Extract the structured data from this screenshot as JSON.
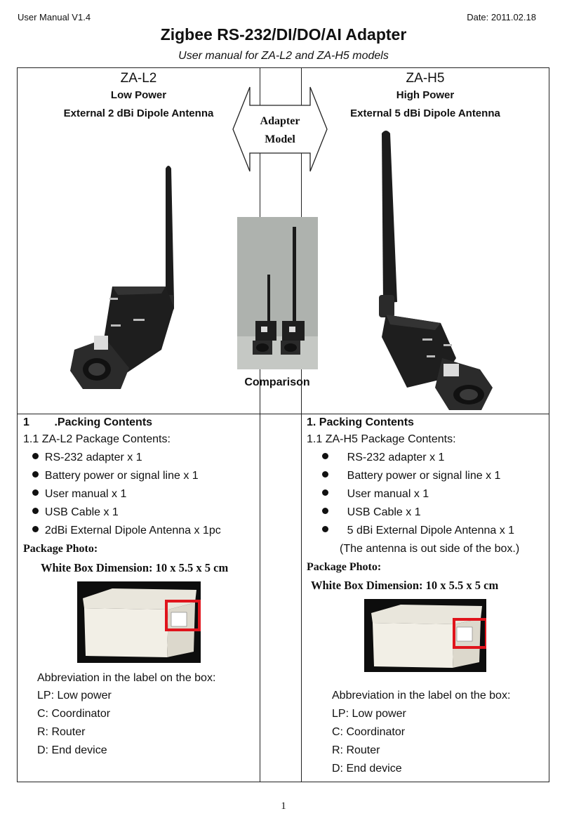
{
  "header": {
    "left": "User Manual V1.4",
    "right": "Date: 2011.02.18"
  },
  "title": "Zigbee RS-232/DI/DO/AI Adapter",
  "subtitle": "User manual for ZA-L2 and ZA-H5 models",
  "left_model": {
    "name": "ZA-L2",
    "power": "Low Power",
    "antenna": "External 2 dBi Dipole Antenna"
  },
  "right_model": {
    "name": "ZA-H5",
    "power": "High Power",
    "antenna": "External 5 dBi Dipole Antenna"
  },
  "arrow": {
    "line1": "Adapter",
    "line2": "Model"
  },
  "comparison_label": "Comparison",
  "left_section": {
    "heading": "1        .Packing Contents",
    "subheading": "1.1 ZA-L2 Package Contents:",
    "items": [
      "RS-232 adapter x 1",
      "Battery power or signal line x 1",
      "User manual x 1",
      "USB Cable x 1",
      "2dBi External Dipole Antenna x 1pc"
    ],
    "photo_label": "Package Photo:",
    "box_dim": "White Box Dimension: 10 x 5.5 x 5 cm",
    "abbr_title": "Abbreviation in the label on the box:",
    "abbr": [
      "LP: Low power",
      "C: Coordinator",
      "R: Router",
      "D: End device"
    ]
  },
  "right_section": {
    "heading": "1. Packing Contents",
    "subheading": "1.1 ZA-H5 Package Contents:",
    "items": [
      "RS-232 adapter x 1",
      "Battery power or signal line x 1",
      "User manual x 1",
      "USB Cable x 1",
      "5 dBi External Dipole Antenna x 1"
    ],
    "note": "(The antenna is out side of the box.)",
    "photo_label": "Package Photo:",
    "box_dim": "White Box Dimension: 10 x 5.5 x 5 cm",
    "abbr_title": "Abbreviation in the label on the box:",
    "abbr": [
      "LP: Low power",
      "C: Coordinator",
      "R: Router",
      "D: End device"
    ]
  },
  "page_number": "1",
  "colors": {
    "highlight": "#e0141c",
    "device": "#1c1c1c",
    "box": "#f2efe6"
  }
}
